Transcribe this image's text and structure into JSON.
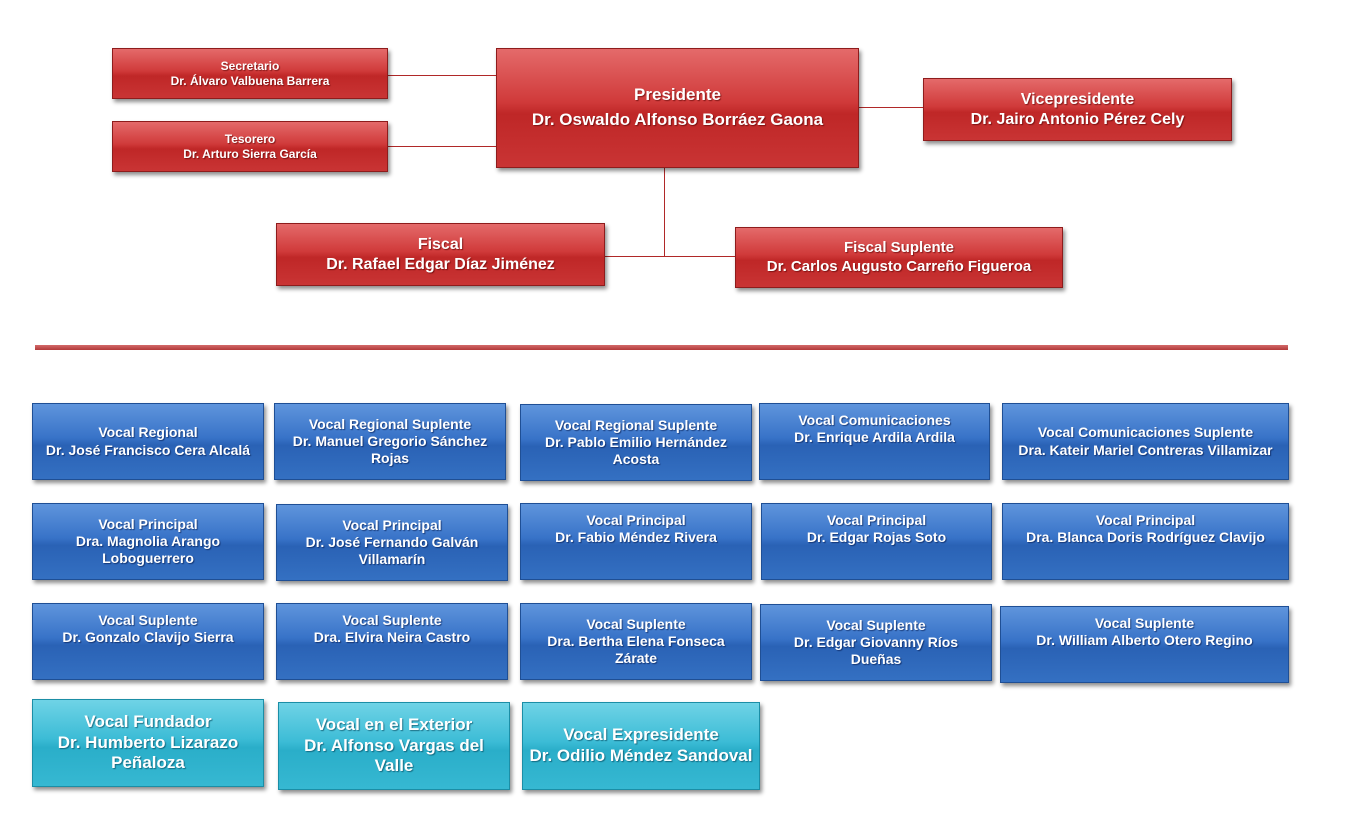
{
  "colors": {
    "executive": "#c93434",
    "vocal": "#3470c2",
    "special": "#36b8d2",
    "separator": "#b23a3a"
  },
  "executive": {
    "presidente": {
      "role": "Presidente",
      "name": "Dr. Oswaldo Alfonso Borráez Gaona"
    },
    "vicepresidente": {
      "role": "Vicepresidente",
      "name": "Dr. Jairo Antonio Pérez Cely"
    },
    "secretario": {
      "role": "Secretario",
      "name": "Dr. Álvaro Valbuena Barrera"
    },
    "tesorero": {
      "role": "Tesorero",
      "name": "Dr. Arturo Sierra García"
    },
    "fiscal": {
      "role": "Fiscal",
      "name": "Dr. Rafael Edgar Díaz Jiménez"
    },
    "fiscal_suplente": {
      "role": "Fiscal Suplente",
      "name": "Dr. Carlos Augusto Carreño Figueroa"
    }
  },
  "vocales": [
    {
      "role": "Vocal Regional",
      "name": "Dr. José Francisco Cera Alcalá"
    },
    {
      "role": "Vocal Regional Suplente",
      "name": "Dr. Manuel Gregorio Sánchez Rojas"
    },
    {
      "role": "Vocal Regional Suplente",
      "name": "Dr. Pablo Emilio Hernández Acosta"
    },
    {
      "role": "Vocal Comunicaciones",
      "name": "Dr. Enrique Ardila Ardila"
    },
    {
      "role": "Vocal Comunicaciones Suplente",
      "name": "Dra. Kateir Mariel Contreras Villamizar"
    },
    {
      "role": "Vocal Principal",
      "name": "Dra. Magnolia Arango Loboguerrero"
    },
    {
      "role": "Vocal Principal",
      "name": "Dr. José Fernando Galván Villamarín"
    },
    {
      "role": "Vocal Principal",
      "name": "Dr. Fabio Méndez Rivera"
    },
    {
      "role": "Vocal Principal",
      "name": "Dr. Edgar Rojas Soto"
    },
    {
      "role": "Vocal Principal",
      "name": "Dra. Blanca Doris Rodríguez Clavijo"
    },
    {
      "role": "Vocal Suplente",
      "name": "Dr. Gonzalo Clavijo Sierra"
    },
    {
      "role": "Vocal Suplente",
      "name": "Dra. Elvira Neira Castro"
    },
    {
      "role": "Vocal Suplente",
      "name": "Dra. Bertha Elena Fonseca Zárate"
    },
    {
      "role": "Vocal Suplente",
      "name": "Dr. Edgar Giovanny Ríos Dueñas"
    },
    {
      "role": "Vocal Suplente",
      "name": "Dr. William Alberto Otero Regino"
    }
  ],
  "especiales": [
    {
      "role": "Vocal Fundador",
      "name": "Dr. Humberto Lizarazo Peñaloza"
    },
    {
      "role": "Vocal en el Exterior",
      "name": "Dr. Alfonso Vargas del Valle"
    },
    {
      "role": "Vocal Expresidente",
      "name": "Dr. Odilio Méndez Sandoval"
    }
  ]
}
